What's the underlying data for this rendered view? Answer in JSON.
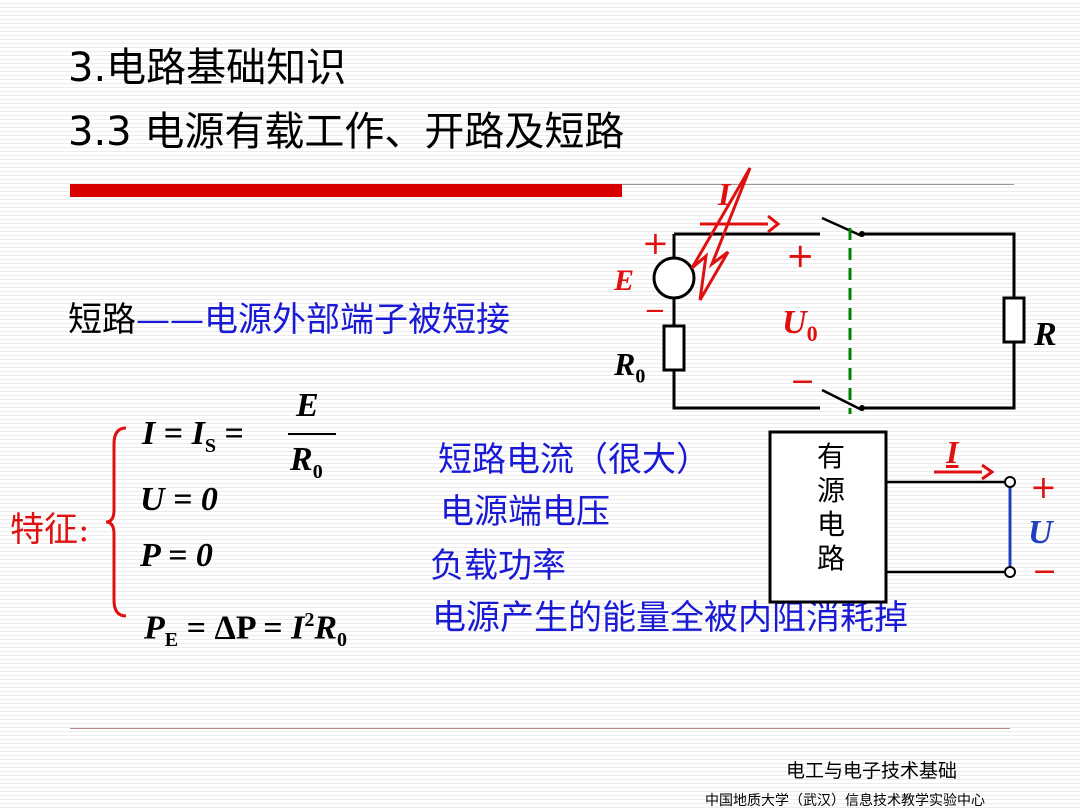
{
  "title": {
    "line1": "3.电路基础知识",
    "line2": "3.3 电源有载工作、开路及短路"
  },
  "definition": {
    "term": "短路",
    "dash": "——",
    "text": "电源外部端子被短接"
  },
  "features": {
    "label": "特征:",
    "formulas": {
      "f1": {
        "I": "I",
        "eq1": " = ",
        "Is": "I",
        "Is_sub": "S",
        "eq2": " =",
        "num": "E",
        "den": "R",
        "den_sub": "0"
      },
      "f2": "U = 0",
      "f3": "P = 0",
      "f4": {
        "P": "P",
        "P_sub": "E",
        "eq": " = ΔP = ",
        "I": "I",
        "I_sup": "2",
        "R": "R",
        "R_sub": "0"
      }
    },
    "descriptions": [
      "短路电流（很大）",
      "电源端电压",
      "负载功率",
      "电源产生的能量全被内阻消耗掉"
    ]
  },
  "circuit1": {
    "current": "I",
    "emf": "E",
    "plus_src": "+",
    "minus_src": "−",
    "r0": "R",
    "r0_sub": "0",
    "plus": "+",
    "u0": "U",
    "u0_sub": "0",
    "minus": "−",
    "load": "R"
  },
  "circuit2": {
    "box_chars": [
      "有",
      "源",
      "电",
      "路"
    ],
    "current": "I",
    "plus": "+",
    "voltage": "U",
    "minus": "−"
  },
  "footer": {
    "course": "电工与电子技术基础",
    "org": "中国地质大学（武汉）信息技术教学实验中心"
  },
  "colors": {
    "accent_red": "#d90000",
    "text_blue": "#1a1ad6",
    "dashed_green": "#008000",
    "wire_blue": "#2040c0"
  }
}
